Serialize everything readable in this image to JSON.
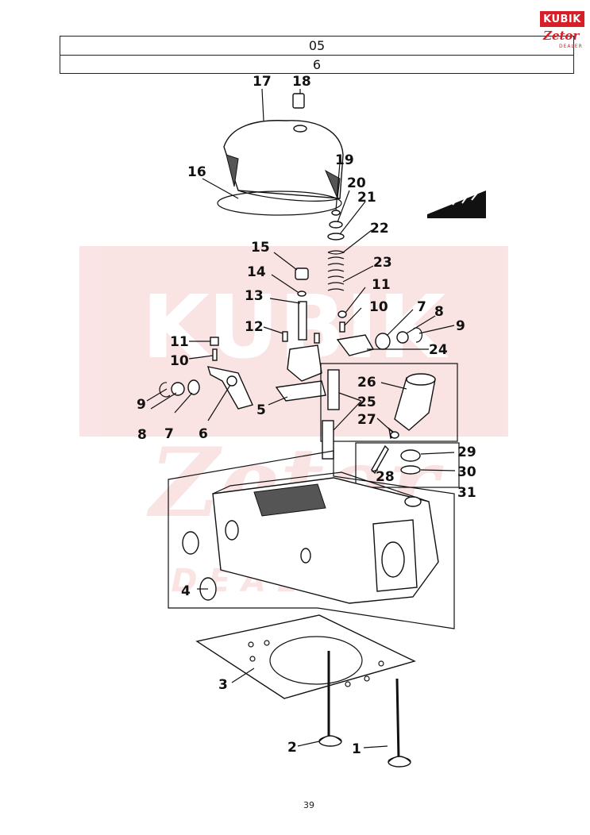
{
  "header": {
    "row1": "05",
    "row2": "6"
  },
  "logo": {
    "top": "KUBIK",
    "script": "Zetor",
    "sub": "DEALER"
  },
  "watermark": {
    "brand": "KUBIK",
    "script": "Zetor",
    "sub": "DEALER"
  },
  "footer": {
    "page_number": "39"
  },
  "callouts": [
    "17",
    "18",
    "16",
    "19",
    "20",
    "21",
    "22",
    "15",
    "14",
    "23",
    "13",
    "11",
    "10",
    "7",
    "8",
    "9",
    "12",
    "11",
    "10",
    "24",
    "26",
    "9",
    "8",
    "7",
    "6",
    "5",
    "25",
    "27",
    "29",
    "28",
    "30",
    "31",
    "4",
    "3",
    "2",
    "1"
  ]
}
